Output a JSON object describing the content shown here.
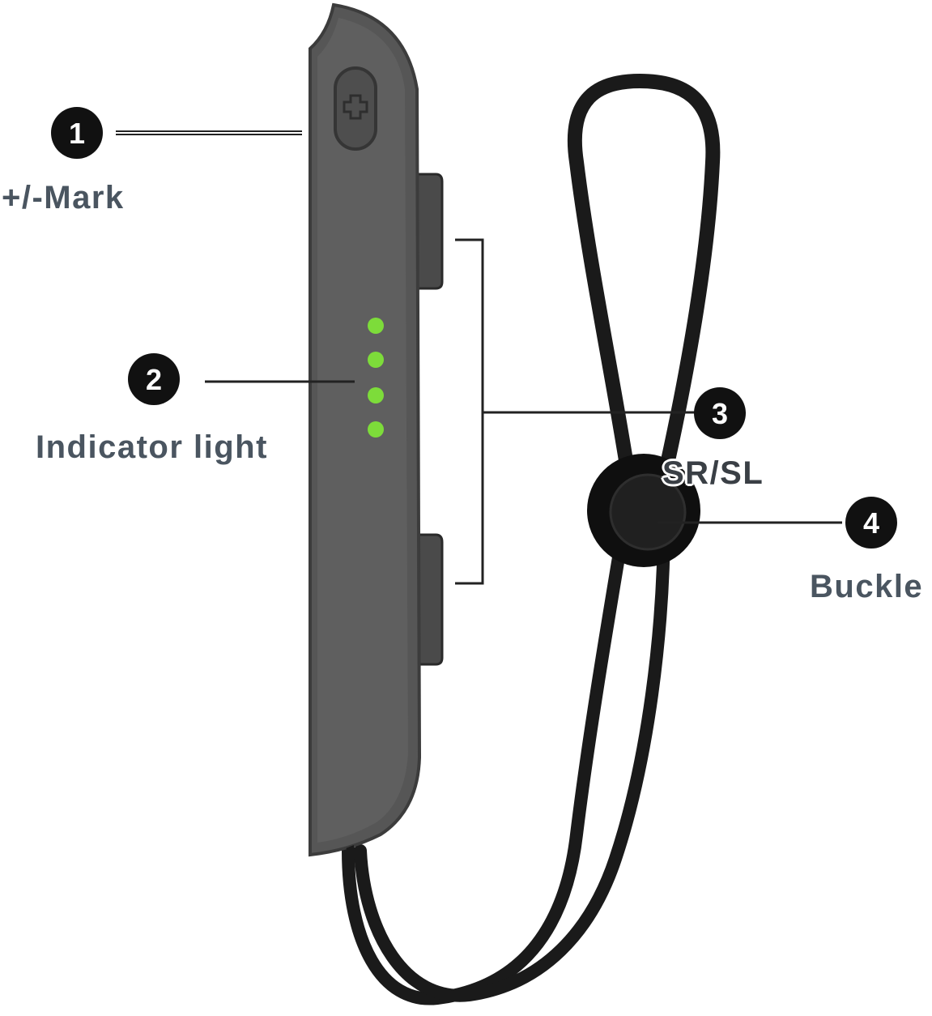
{
  "callouts": [
    {
      "number": "1",
      "label": "+/-Mark"
    },
    {
      "number": "2",
      "label": "Indicator light"
    },
    {
      "number": "3",
      "label": "SR/SL"
    },
    {
      "number": "4",
      "label": "Buckle"
    }
  ],
  "colors": {
    "shell": "#565656",
    "shell_edge": "#3c3c3c",
    "button": "#4a4a4a",
    "led": "#7ddc3a",
    "strap": "#1a1a1a",
    "badge": "#111111",
    "label_text": "#4a5560",
    "leader_line": "#222222"
  },
  "indicator_light": {
    "led_count": 4
  }
}
